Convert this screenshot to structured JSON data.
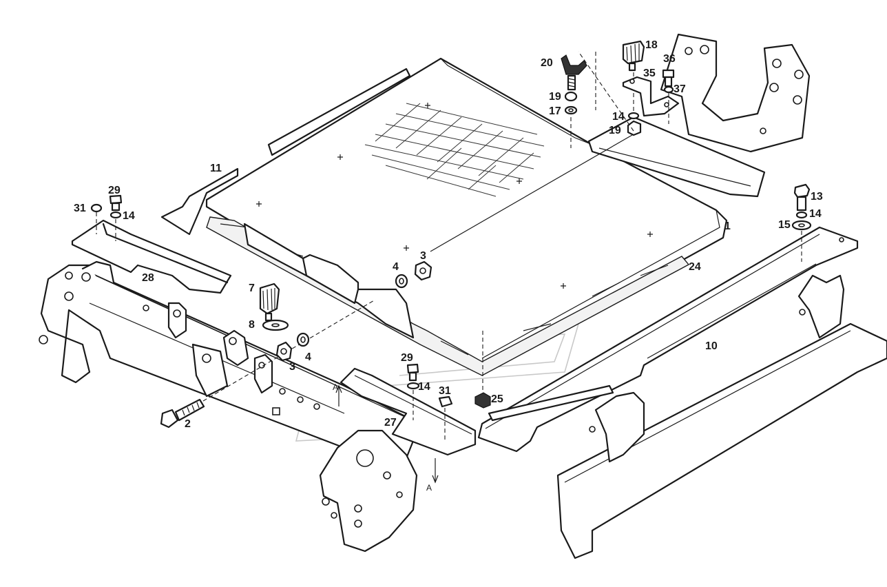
{
  "callouts": [
    {
      "id": "c1",
      "label": "1"
    },
    {
      "id": "c2",
      "label": "2"
    },
    {
      "id": "c3a",
      "label": "3"
    },
    {
      "id": "c3b",
      "label": "3"
    },
    {
      "id": "c4a",
      "label": "4"
    },
    {
      "id": "c4b",
      "label": "4"
    },
    {
      "id": "c7",
      "label": "7"
    },
    {
      "id": "c8",
      "label": "8"
    },
    {
      "id": "c10",
      "label": "10"
    },
    {
      "id": "c11",
      "label": "11"
    },
    {
      "id": "c13",
      "label": "13"
    },
    {
      "id": "c14a",
      "label": "14"
    },
    {
      "id": "c14b",
      "label": "14"
    },
    {
      "id": "c14c",
      "label": "14"
    },
    {
      "id": "c14d",
      "label": "14"
    },
    {
      "id": "c15",
      "label": "15"
    },
    {
      "id": "c17",
      "label": "17"
    },
    {
      "id": "c18",
      "label": "18"
    },
    {
      "id": "c19a",
      "label": "19"
    },
    {
      "id": "c19b",
      "label": "19"
    },
    {
      "id": "c20",
      "label": "20"
    },
    {
      "id": "c24",
      "label": "24"
    },
    {
      "id": "c25",
      "label": "25"
    },
    {
      "id": "c27",
      "label": "27"
    },
    {
      "id": "c28",
      "label": "28"
    },
    {
      "id": "c29a",
      "label": "29"
    },
    {
      "id": "c29b",
      "label": "29"
    },
    {
      "id": "c31a",
      "label": "31"
    },
    {
      "id": "c31b",
      "label": "31"
    },
    {
      "id": "c35",
      "label": "35"
    },
    {
      "id": "c36",
      "label": "36"
    },
    {
      "id": "c37",
      "label": "37"
    }
  ],
  "section_marks": [
    {
      "id": "a-top",
      "label": "A"
    },
    {
      "id": "a-bottom",
      "label": "A"
    }
  ],
  "colors": {
    "line": "#1a1a1a",
    "background": "#ffffff",
    "watermark": "#c8c8c8"
  }
}
